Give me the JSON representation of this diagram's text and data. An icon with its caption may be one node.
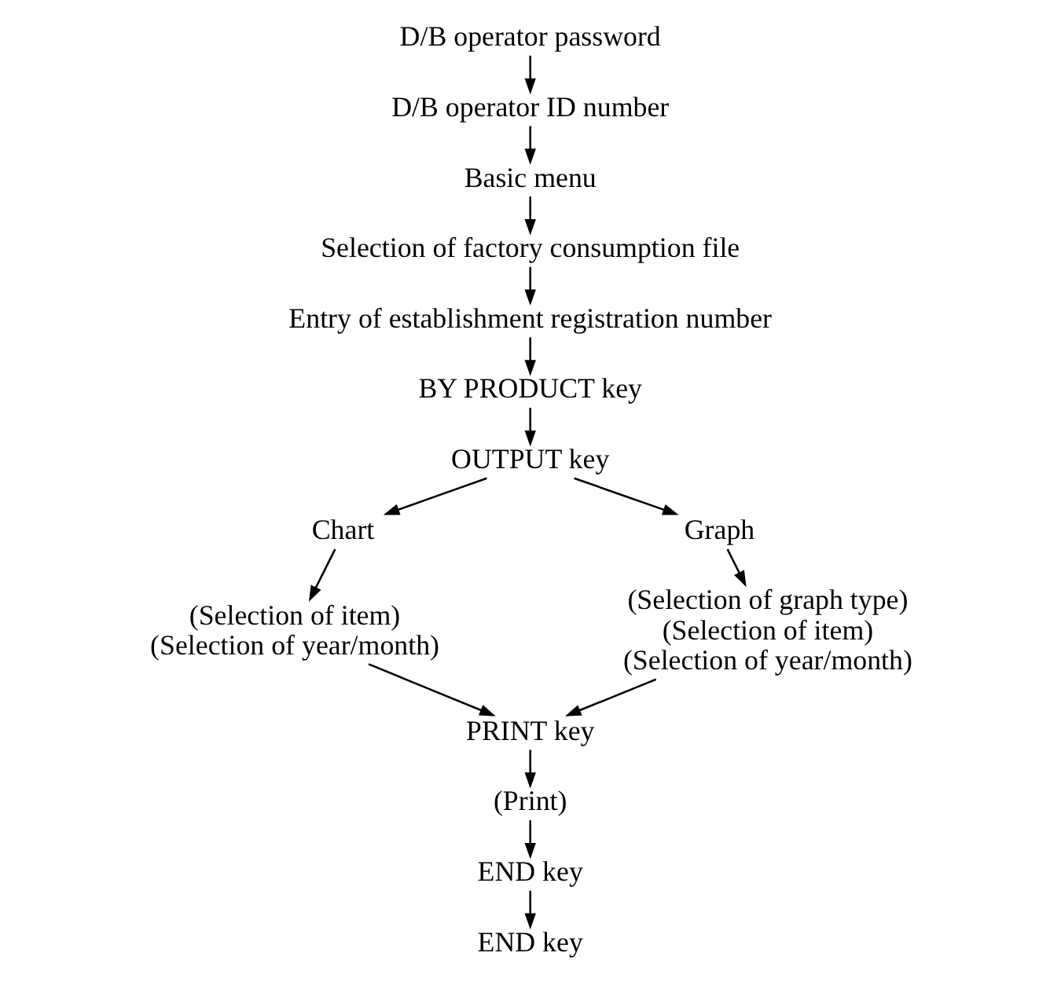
{
  "diagram": {
    "nodes": [
      {
        "text": [
          "D/B operator password"
        ]
      },
      {
        "text": [
          "D/B operator ID number"
        ]
      },
      {
        "text": [
          "Basic menu"
        ]
      },
      {
        "text": [
          "Selection of factory consumption file"
        ]
      },
      {
        "text": [
          "Entry of establishment registration number"
        ]
      },
      {
        "text": [
          "BY PRODUCT key"
        ]
      },
      {
        "text": [
          "OUTPUT key"
        ]
      },
      {
        "text": [
          "Chart"
        ]
      },
      {
        "text": [
          "(Selection of item)",
          "(Selection of year/month)"
        ]
      },
      {
        "text": [
          "Graph"
        ]
      },
      {
        "text": [
          "(Selection of graph type)",
          "(Selection of item)",
          "(Selection of year/month)"
        ]
      },
      {
        "text": [
          "PRINT key"
        ]
      },
      {
        "text": [
          "(Print)"
        ]
      },
      {
        "text": [
          "END key"
        ]
      },
      {
        "text": [
          "END key"
        ]
      }
    ],
    "edges": [
      {
        "from": 0,
        "to": 1,
        "arrow": "to"
      },
      {
        "from": 1,
        "to": 2,
        "arrow": "to"
      },
      {
        "from": 2,
        "to": 3,
        "arrow": "to"
      },
      {
        "from": 3,
        "to": 4,
        "arrow": "to"
      },
      {
        "from": 4,
        "to": 5,
        "arrow": "to"
      },
      {
        "from": 5,
        "to": 6,
        "arrow": "to"
      },
      {
        "from": 6,
        "to": 7,
        "arrow": "to"
      },
      {
        "from": 6,
        "to": 9,
        "arrow": "to"
      },
      {
        "from": 7,
        "to": 8,
        "arrow": "to"
      },
      {
        "from": 9,
        "to": 10,
        "arrow": "to"
      },
      {
        "from": 8,
        "to": 11,
        "arrow": "to"
      },
      {
        "from": 10,
        "to": 11,
        "arrow": "to"
      },
      {
        "from": 11,
        "to": 12,
        "arrow": "to"
      },
      {
        "from": 12,
        "to": 13,
        "arrow": "to"
      },
      {
        "from": 13,
        "to": 14,
        "arrow": "to"
      }
    ]
  }
}
